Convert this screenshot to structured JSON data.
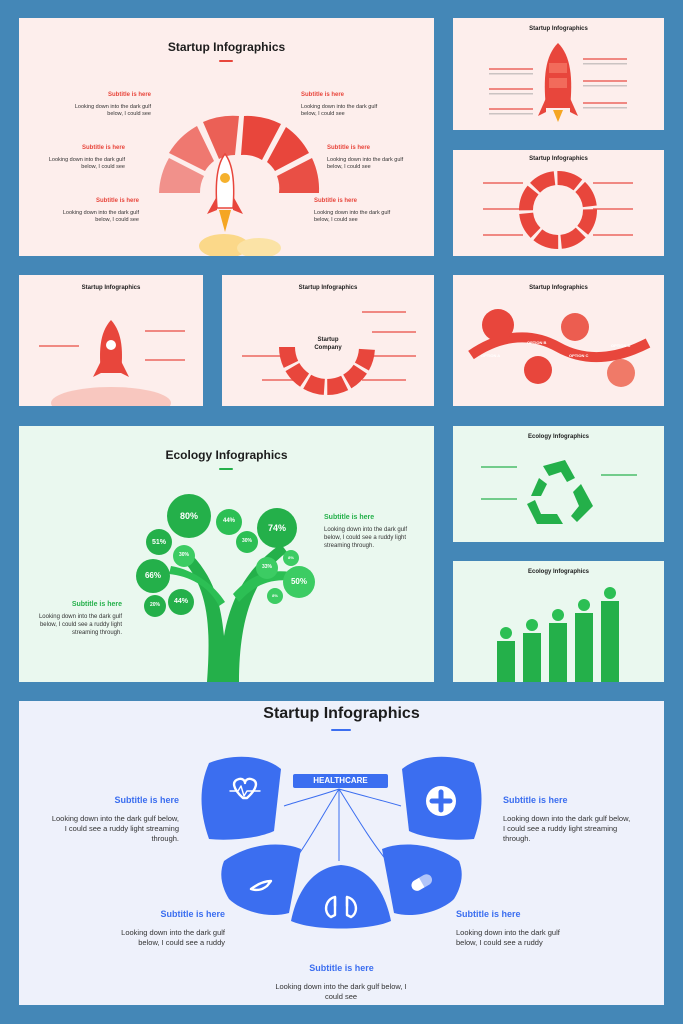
{
  "slides": {
    "s1": {
      "title": "Startup Infographics",
      "items": [
        {
          "sub": "Subtitle is here",
          "text": "Looking down into the dark gulf below, I could see"
        },
        {
          "sub": "Subtitle is here",
          "text": "Looking down into the dark gulf below, I could see"
        },
        {
          "sub": "Subtitle is here",
          "text": "Looking down into the dark gulf below, I could see"
        },
        {
          "sub": "Subtitle is here",
          "text": "Looking down into the dark gulf below, I could see"
        },
        {
          "sub": "Subtitle is here",
          "text": "Looking down into the dark gulf below, I could see"
        },
        {
          "sub": "Subtitle is here",
          "text": "Looking down into the dark gulf below, I could see"
        }
      ]
    },
    "s2": {
      "title": "Startup Infographics"
    },
    "s3": {
      "title": "Startup Infographics"
    },
    "s4": {
      "title": "Startup Infographics"
    },
    "s5": {
      "title": "Startup Infographics",
      "center": "Startup Company"
    },
    "s6": {
      "title": "Startup Infographics",
      "options": [
        "OPTION A",
        "OPTION B",
        "OPTION C",
        "OPTION D"
      ]
    },
    "s7": {
      "title": "Ecology Infographics",
      "items": [
        {
          "sub": "Subtitle is here",
          "text": "Looking down into the dark gulf below, I could see a ruddy light streaming through."
        },
        {
          "sub": "Subtitle is here",
          "text": "Looking down into the dark gulf below, I could see a ruddy light streaming through."
        }
      ],
      "bubbles": [
        "80%",
        "44%",
        "74%",
        "51%",
        "30%",
        "30%",
        "66%",
        "33%",
        "50%",
        "20%",
        "44%",
        "8%",
        "8%"
      ]
    },
    "s8": {
      "title": "Ecology Infographics"
    },
    "s9": {
      "title": "Ecology Infographics"
    },
    "s10": {
      "title": "Startup Infographics",
      "badge": "HEALTHCARE",
      "items": [
        {
          "sub": "Subtitle is here",
          "text": "Looking down into the dark gulf below, I could see a ruddy light streaming through."
        },
        {
          "sub": "Subtitle is here",
          "text": "Looking down into the dark gulf below, I could see a ruddy light streaming through."
        },
        {
          "sub": "Subtitle is here",
          "text": "Looking down into the dark gulf below, I could see a ruddy"
        },
        {
          "sub": "Subtitle is here",
          "text": "Looking down into the dark gulf below, I could see a ruddy"
        },
        {
          "sub": "Subtitle is here",
          "text": "Looking down into the dark gulf below, I could see"
        }
      ]
    }
  },
  "colors": {
    "background": "#4487b7",
    "red": "#e8463c",
    "green": "#24b04a",
    "blue": "#3b6ef0"
  }
}
